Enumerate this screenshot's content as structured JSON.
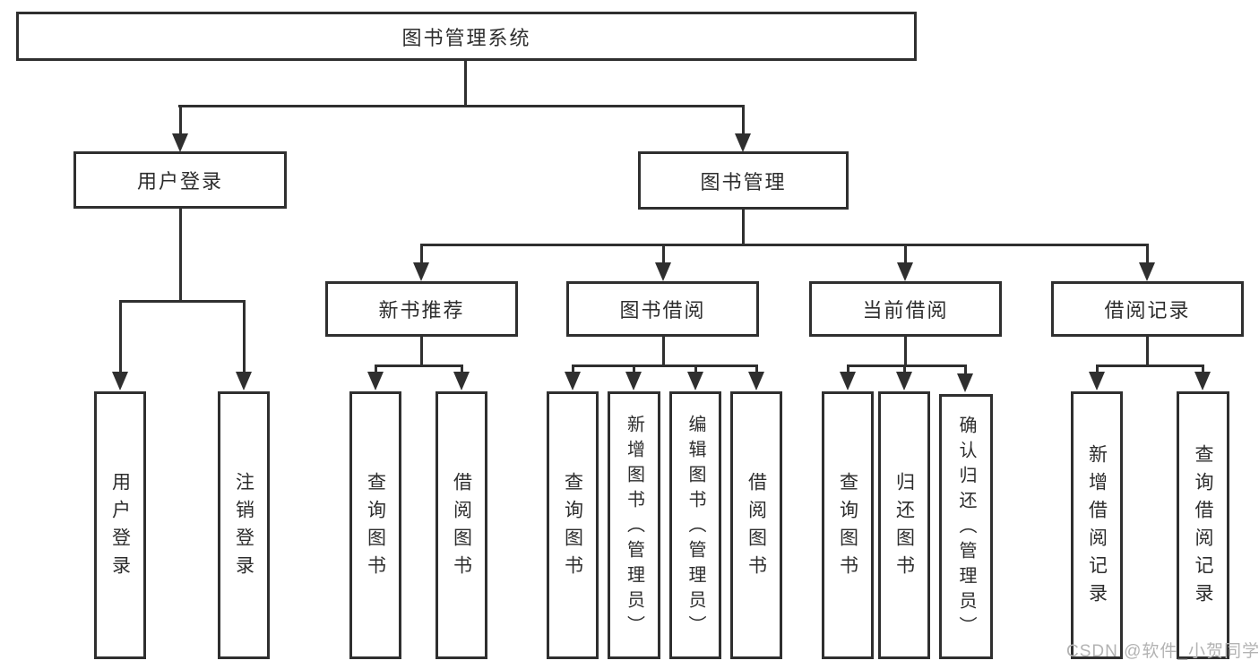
{
  "root": {
    "label": "图书管理系统"
  },
  "user_login": {
    "label": "用户登录",
    "children": [
      "用户登录",
      "注销登录"
    ]
  },
  "book_mgmt": {
    "label": "图书管理",
    "sections": {
      "new_book_rec": {
        "label": "新书推荐",
        "children": [
          "查询图书",
          "借阅图书"
        ]
      },
      "book_borrow": {
        "label": "图书借阅",
        "children": [
          "查询图书",
          "新增图书（管理员）",
          "编辑图书（管理员）",
          "借阅图书"
        ]
      },
      "current_borrow": {
        "label": "当前借阅",
        "children": [
          "查询图书",
          "归还图书",
          "确认归还（管理员）"
        ]
      },
      "borrow_record": {
        "label": "借阅记录",
        "children": [
          "新增借阅记录",
          "查询借阅记录"
        ]
      }
    }
  },
  "watermark": "CSDN @软件_小贺同学",
  "colors": {
    "line": "#2f2f2f",
    "text": "#2d2d2d",
    "watermark": "#b3b3b3",
    "background": "#ffffff"
  }
}
